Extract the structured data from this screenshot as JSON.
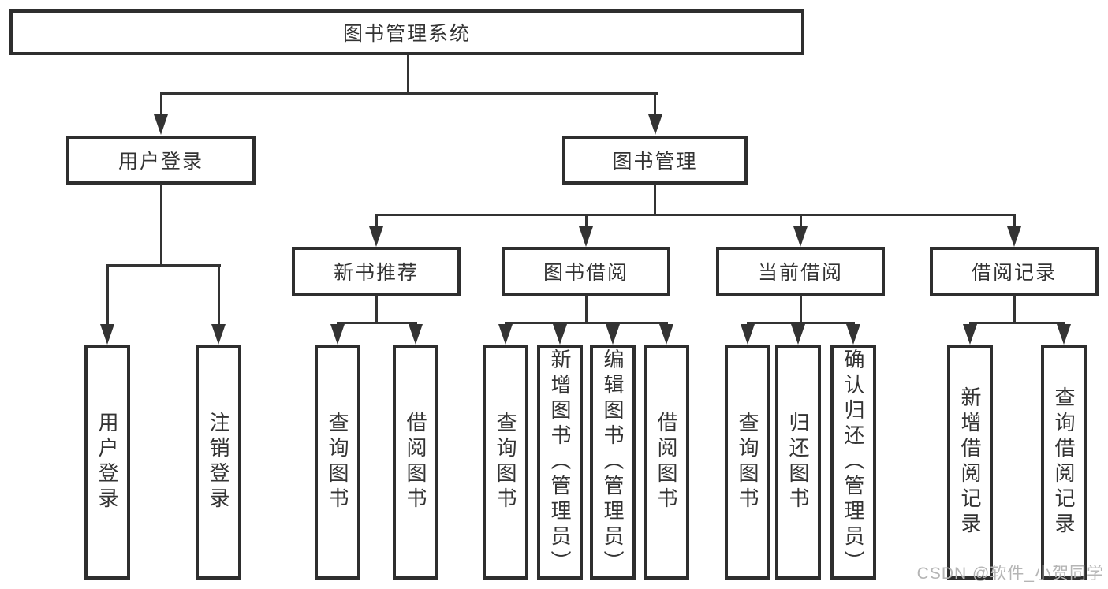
{
  "tree": {
    "label": "图书管理系统",
    "children": [
      {
        "label": "用户登录",
        "children": [
          {
            "label": "用户登录"
          },
          {
            "label": "注销登录"
          }
        ]
      },
      {
        "label": "图书管理",
        "children": [
          {
            "label": "新书推荐",
            "children": [
              {
                "label": "查询图书"
              },
              {
                "label": "借阅图书"
              }
            ]
          },
          {
            "label": "图书借阅",
            "children": [
              {
                "label": "查询图书"
              },
              {
                "label": "新增图书（管理员）"
              },
              {
                "label": "编辑图书（管理员）"
              },
              {
                "label": "借阅图书"
              }
            ]
          },
          {
            "label": "当前借阅",
            "children": [
              {
                "label": "查询图书"
              },
              {
                "label": "归还图书"
              },
              {
                "label": "确认归还（管理员）"
              }
            ]
          },
          {
            "label": "借阅记录",
            "children": [
              {
                "label": "新增借阅记录"
              },
              {
                "label": "查询借阅记录"
              }
            ]
          }
        ]
      }
    ]
  },
  "watermark": "CSDN @软件_小贺同学",
  "colors": {
    "line": "#333333",
    "box_border": "#2e2e2e",
    "text": "#333333",
    "watermark": "#b5b5b5",
    "background": "#ffffff"
  }
}
